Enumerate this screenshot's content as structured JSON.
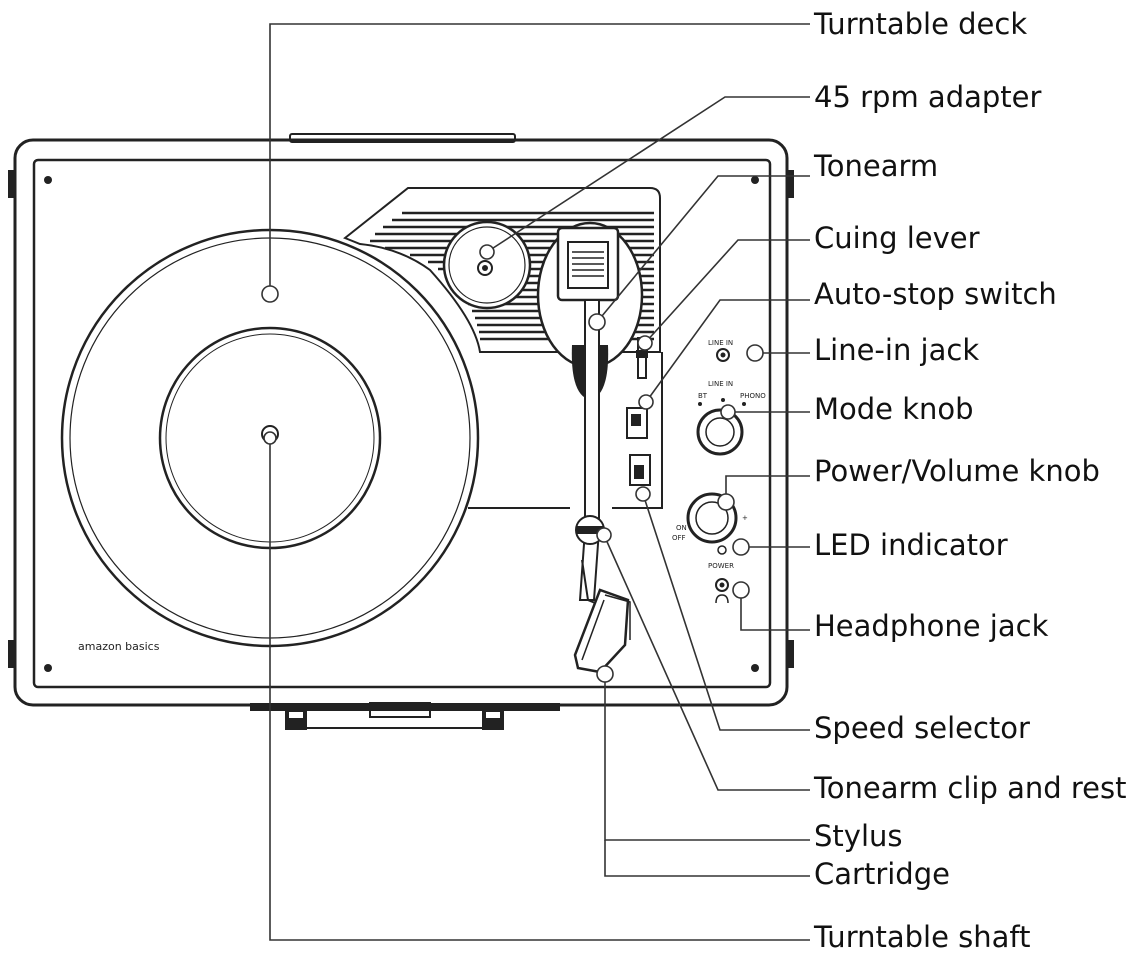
{
  "diagram": {
    "brand": "amazon basics",
    "panel_text": {
      "line_in": "LINE IN",
      "mode_line_in": "LINE IN",
      "mode_bt": "BT",
      "mode_phono": "PHONO",
      "on": "ON",
      "off": "OFF",
      "power": "POWER"
    },
    "labels": {
      "turntable_deck": "Turntable deck",
      "rpm_adapter": "45 rpm adapter",
      "tonearm": "Tonearm",
      "cuing_lever": "Cuing lever",
      "auto_stop_switch": "Auto-stop switch",
      "line_in_jack": "Line-in jack",
      "mode_knob": "Mode knob",
      "power_volume_knob": "Power/Volume knob",
      "led_indicator": "LED indicator",
      "headphone_jack": "Headphone jack",
      "speed_selector": "Speed selector",
      "tonearm_clip_rest": "Tonearm clip and rest",
      "stylus": "Stylus",
      "cartridge": "Cartridge",
      "turntable_shaft": "Turntable shaft"
    }
  }
}
